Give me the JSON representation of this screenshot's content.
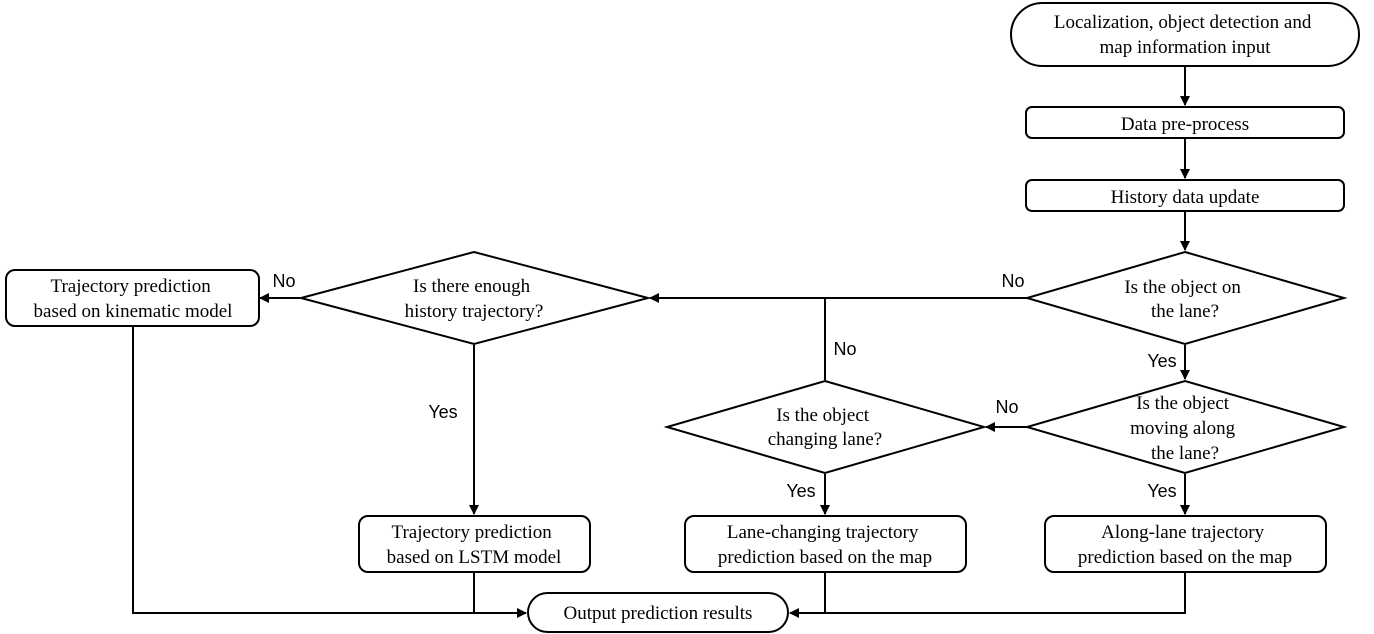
{
  "nodes": {
    "input": {
      "lines": [
        "Localization, object detection and",
        "map information input"
      ]
    },
    "preprocess": {
      "lines": [
        "Data pre-process"
      ]
    },
    "history": {
      "lines": [
        "History data update"
      ]
    },
    "on_lane": {
      "lines": [
        "Is the object on",
        "the lane?"
      ]
    },
    "moving_along": {
      "lines": [
        "Is the object",
        "moving along",
        "the lane?"
      ]
    },
    "changing": {
      "lines": [
        "Is the object",
        "changing lane?"
      ]
    },
    "enough": {
      "lines": [
        "Is there enough",
        "history trajectory?"
      ]
    },
    "kinematic": {
      "lines": [
        "Trajectory  prediction",
        "based on kinematic model"
      ]
    },
    "lstm": {
      "lines": [
        "Trajectory prediction",
        "based on LSTM model"
      ]
    },
    "lane_change": {
      "lines": [
        "Lane-changing trajectory",
        "prediction based on the map"
      ]
    },
    "along_lane": {
      "lines": [
        "Along-lane trajectory",
        "prediction based on the map"
      ]
    },
    "output": {
      "lines": [
        "Output prediction results"
      ]
    }
  },
  "edge_labels": {
    "on_lane_no": "No",
    "on_lane_yes": "Yes",
    "moving_no": "No",
    "moving_yes": "Yes",
    "changing_no": "No",
    "changing_yes": "Yes",
    "enough_no": "No",
    "enough_yes": "Yes"
  },
  "colors": {
    "stroke": "#000000",
    "fill": "#ffffff",
    "text": "#000000"
  }
}
